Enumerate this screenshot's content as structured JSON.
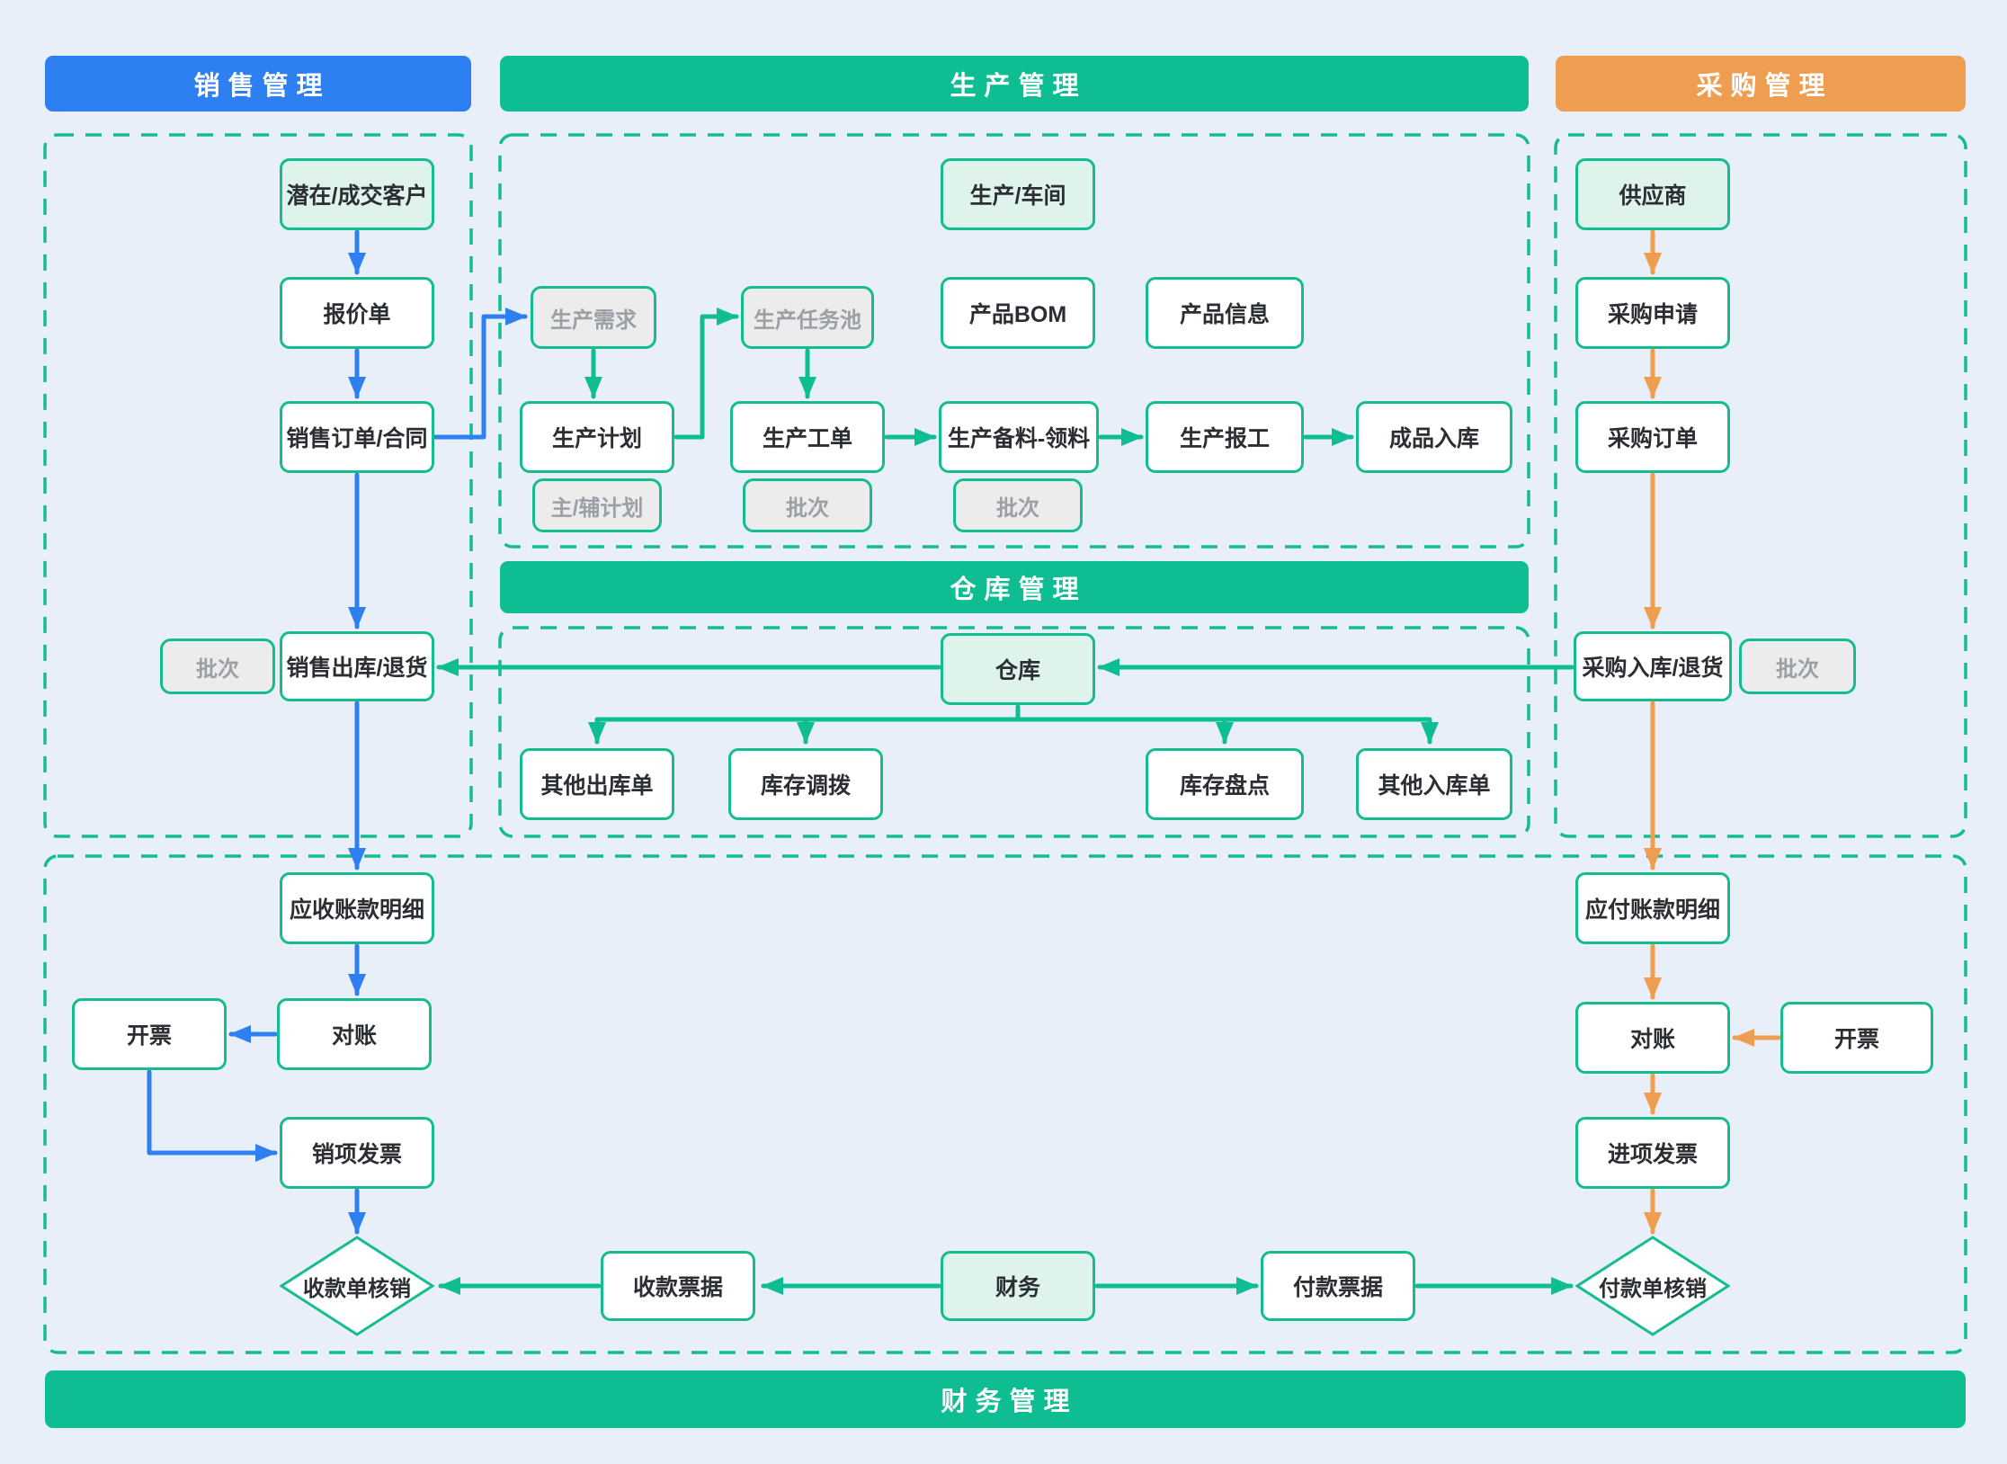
{
  "headers": {
    "sales": "销售管理",
    "production": "生产管理",
    "procurement": "采购管理",
    "warehouse": "仓库管理",
    "finance": "财务管理"
  },
  "nodes": {
    "lead_customer": "潜在/成交客户",
    "quotation": "报价单",
    "sales_order": "销售订单/合同",
    "batch_sales": "批次",
    "sales_outbound": "销售出库/退货",
    "ar_detail": "应收账款明细",
    "reconcile_left": "对账",
    "invoice_left": "开票",
    "sales_invoice": "销项发票",
    "receipt_writeoff": "收款单核销",
    "workshop": "生产/车间",
    "prod_demand": "生产需求",
    "prod_taskpool": "生产任务池",
    "product_bom": "产品BOM",
    "product_info": "产品信息",
    "prod_plan": "生产计划",
    "main_aux_plan": "主/辅计划",
    "prod_workorder": "生产工单",
    "batch_workorder": "批次",
    "prod_material": "生产备料-领料",
    "batch_material": "批次",
    "prod_report": "生产报工",
    "finished_inbound": "成品入库",
    "warehouse": "仓库",
    "other_outbound": "其他出库单",
    "inventory_transfer": "库存调拨",
    "inventory_count": "库存盘点",
    "other_inbound": "其他入库单",
    "supplier": "供应商",
    "purchase_request": "采购申请",
    "purchase_order": "采购订单",
    "purchase_inbound": "采购入库/退货",
    "batch_purchase": "批次",
    "ap_detail": "应付账款明细",
    "reconcile_right": "对账",
    "invoice_right": "开票",
    "purchase_invoice": "进项发票",
    "payment_writeoff": "付款单核销",
    "receipt_note": "收款票据",
    "finance_dept": "财务",
    "payment_note": "付款票据"
  },
  "colors": {
    "sales_accent": "#2e7ff2",
    "production_accent": "#0ebe92",
    "procurement_accent": "#ef9d50",
    "node_border": "#15bd8d",
    "background": "#e8eff8",
    "gray_fill": "#ececec",
    "teal_fill": "#def3ec"
  },
  "flows": [
    {
      "from": "潜在/成交客户",
      "to": "报价单",
      "color": "blue"
    },
    {
      "from": "报价单",
      "to": "销售订单/合同",
      "color": "blue"
    },
    {
      "from": "销售订单/合同",
      "to": "生产需求",
      "color": "blue"
    },
    {
      "from": "销售订单/合同",
      "to": "销售出库/退货",
      "color": "blue"
    },
    {
      "from": "销售出库/退货",
      "to": "应收账款明细",
      "color": "blue"
    },
    {
      "from": "应收账款明细",
      "to": "对账",
      "color": "blue"
    },
    {
      "from": "对账",
      "to": "开票",
      "color": "blue"
    },
    {
      "from": "开票",
      "to": "销项发票",
      "color": "blue"
    },
    {
      "from": "销项发票",
      "to": "收款单核销",
      "color": "blue"
    },
    {
      "from": "生产需求",
      "to": "生产计划",
      "color": "green"
    },
    {
      "from": "生产计划",
      "to": "生产任务池",
      "color": "green"
    },
    {
      "from": "生产任务池",
      "to": "生产工单",
      "color": "green"
    },
    {
      "from": "生产工单",
      "to": "生产备料-领料",
      "color": "green"
    },
    {
      "from": "生产备料-领料",
      "to": "生产报工",
      "color": "green"
    },
    {
      "from": "生产报工",
      "to": "成品入库",
      "color": "green"
    },
    {
      "from": "采购入库/退货",
      "to": "仓库",
      "color": "green"
    },
    {
      "from": "仓库",
      "to": "销售出库/退货",
      "color": "green"
    },
    {
      "from": "仓库",
      "to": "其他出库单",
      "color": "green"
    },
    {
      "from": "仓库",
      "to": "库存调拨",
      "color": "green"
    },
    {
      "from": "仓库",
      "to": "库存盘点",
      "color": "green"
    },
    {
      "from": "仓库",
      "to": "其他入库单",
      "color": "green"
    },
    {
      "from": "财务",
      "to": "收款票据",
      "color": "green"
    },
    {
      "from": "财务",
      "to": "付款票据",
      "color": "green"
    },
    {
      "from": "收款票据",
      "to": "收款单核销",
      "color": "green"
    },
    {
      "from": "付款票据",
      "to": "付款单核销",
      "color": "green"
    },
    {
      "from": "供应商",
      "to": "采购申请",
      "color": "orange"
    },
    {
      "from": "采购申请",
      "to": "采购订单",
      "color": "orange"
    },
    {
      "from": "采购订单",
      "to": "采购入库/退货",
      "color": "orange"
    },
    {
      "from": "采购入库/退货",
      "to": "应付账款明细",
      "color": "orange"
    },
    {
      "from": "应付账款明细",
      "to": "对账",
      "color": "orange"
    },
    {
      "from": "开票",
      "to": "对账",
      "color": "orange"
    },
    {
      "from": "对账",
      "to": "进项发票",
      "color": "orange"
    },
    {
      "from": "进项发票",
      "to": "付款单核销",
      "color": "orange"
    }
  ]
}
